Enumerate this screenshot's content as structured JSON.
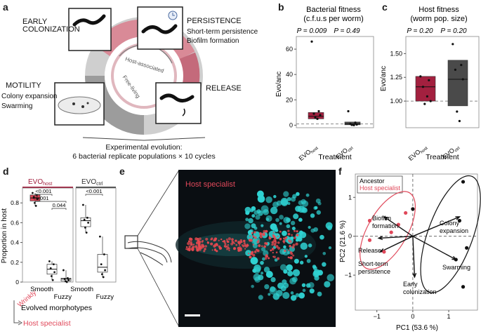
{
  "panel_labels": {
    "a": "a",
    "b": "b",
    "c": "c",
    "d": "d",
    "e": "e",
    "f": "f"
  },
  "panel_a": {
    "early": "EARLY\nCOLONIZATION",
    "persistence": "PERSISTENCE",
    "persistence_sub1": "Short-term persistence",
    "persistence_sub2": "Biofilm formation",
    "motility": "MOTILITY",
    "motility_sub1": "Colony expansion",
    "motility_sub2": "Swarming",
    "release": "RELEASE",
    "ring_outer": "Host-associated",
    "ring_inner": "Free-living",
    "caption1": "Experimental evolution:",
    "caption2": "6 bacterial replicate populations × 10 cycles"
  },
  "panel_b": {
    "title1": "Bacterial fitness",
    "title2": "(c.f.u.s per worm)",
    "p1": "P = 0.009",
    "p2": "P = 0.49",
    "ylabel": "Evo/anc",
    "xlabel": "Treatment",
    "yticks": [
      "0",
      "20",
      "40",
      "60"
    ],
    "cat1": "EVO",
    "cat1_sub": "host",
    "cat2": "EVO",
    "cat2_sub": "ctrl"
  },
  "panel_c": {
    "title1": "Host fitness",
    "title2": "(worm pop. size)",
    "p1": "P = 0.20",
    "p2": "P = 0.20",
    "ylabel": "Evo/anc",
    "xlabel": "Treatment",
    "yticks": [
      "1.00",
      "1.25",
      "1.50"
    ],
    "cat1": "EVO",
    "cat1_sub": "host",
    "cat2": "EVO",
    "cat2_sub": "ctrl"
  },
  "panel_d": {
    "ylabel": "Proportion in host",
    "group1": "EVO",
    "group1_sub": "host",
    "group2": "EVO",
    "group2_sub": "ctrl",
    "yticks": [
      "0",
      "0.2",
      "0.4",
      "0.6",
      "0.8"
    ],
    "sig1": "<0.001",
    "sig2": "<0.001",
    "sig3": "0.044",
    "sig4": "<0.001",
    "x_wrinkly": "Wrinkly",
    "x_smooth": "Smooth",
    "x_fuzzy": "Fuzzy",
    "x_smooth2": "Smooth",
    "x_fuzzy2": "Fuzzy",
    "evolved": "Evolved morphotypes",
    "specialist": "Host specialist"
  },
  "panel_e": {
    "label": "Host specialist"
  },
  "panel_f": {
    "legend_ancestor": "Ancestor",
    "legend_specialist": "Host specialist",
    "xlabel": "PC1 (53.6 %)",
    "ylabel": "PC2 (21.6 %)",
    "xticks": [
      "−1",
      "0",
      "1"
    ],
    "yticks": [
      "1",
      "0",
      "−1"
    ],
    "arrow_biofilm": "Biofilm\nformation",
    "arrow_colony": "Colony\nexpansion",
    "arrow_release": "Release",
    "arrow_short": "Short-term\npersistence",
    "arrow_swarming": "Swarming",
    "arrow_early": "Early\ncolonization"
  },
  "colors": {
    "host": "#a3203f",
    "host_light": "#e0485a",
    "ctrl": "#4a4a4a",
    "cyan": "#2fd3d3"
  },
  "chart_data": [
    {
      "type": "box",
      "panel": "b",
      "title": "Bacterial fitness (c.f.u.s per worm)",
      "xlabel": "Treatment",
      "ylabel": "Evo/anc",
      "ylim": [
        -2,
        70
      ],
      "categories": [
        "EVOhost",
        "EVOctrl"
      ],
      "series": [
        {
          "name": "EVOhost",
          "points": [
            66,
            11,
            9,
            8,
            6,
            5
          ],
          "q1": 5,
          "median": 7,
          "q3": 10
        },
        {
          "name": "EVOctrl",
          "points": [
            11,
            2,
            1,
            0.5,
            0.2,
            0
          ],
          "q1": 0.3,
          "median": 1,
          "q3": 2.5
        }
      ],
      "reference_line": 1
    },
    {
      "type": "box",
      "panel": "c",
      "title": "Host fitness (worm pop. size)",
      "xlabel": "Treatment",
      "ylabel": "Evo/anc",
      "ylim": [
        0.72,
        1.68
      ],
      "categories": [
        "EVOhost",
        "EVOctrl"
      ],
      "series": [
        {
          "name": "EVOhost",
          "points": [
            1.26,
            1.22,
            1.15,
            1.0,
            0.97,
            1.05
          ],
          "q1": 1.0,
          "median": 1.15,
          "q3": 1.26
        },
        {
          "name": "EVOctrl",
          "points": [
            1.6,
            1.38,
            1.33,
            1.23,
            0.89,
            0.79
          ],
          "q1": 0.95,
          "median": 1.23,
          "q3": 1.43
        }
      ],
      "reference_line": 1.0
    },
    {
      "type": "box",
      "panel": "d",
      "ylabel": "Proportion in host",
      "ylim": [
        0,
        0.95
      ],
      "categories": [
        "Wrinkly",
        "Smooth",
        "Fuzzy",
        "Smooth",
        "Fuzzy"
      ],
      "series": [
        {
          "name": "EVOhost Wrinkly",
          "q1": 0.82,
          "median": 0.85,
          "q3": 0.88,
          "points": [
            0.9,
            0.88,
            0.86,
            0.84,
            0.8,
            0.77
          ]
        },
        {
          "name": "EVOhost Smooth",
          "q1": 0.08,
          "median": 0.13,
          "q3": 0.18,
          "points": [
            0.21,
            0.18,
            0.14,
            0.1,
            0.06,
            0.02
          ]
        },
        {
          "name": "EVOhost Fuzzy",
          "q1": 0.01,
          "median": 0.03,
          "q3": 0.04,
          "points": [
            0.12,
            0.04,
            0.03,
            0.02,
            0.01,
            0.0
          ]
        },
        {
          "name": "EVOctrl Smooth",
          "q1": 0.56,
          "median": 0.62,
          "q3": 0.65,
          "points": [
            0.78,
            0.65,
            0.63,
            0.6,
            0.55,
            0.5
          ]
        },
        {
          "name": "EVOctrl Fuzzy",
          "q1": 0.1,
          "median": 0.15,
          "q3": 0.28,
          "points": [
            0.46,
            0.28,
            0.18,
            0.12,
            0.08,
            0.05
          ]
        }
      ]
    },
    {
      "type": "scatter",
      "panel": "f",
      "xlabel": "PC1 (53.6 %)",
      "ylabel": "PC2 (21.6 %)",
      "xlim": [
        -1.6,
        1.8
      ],
      "ylim": [
        -1.9,
        1.6
      ],
      "series": [
        {
          "name": "Ancestor",
          "points": [
            [
              0.0,
              0.7
            ],
            [
              1.4,
              1.4
            ],
            [
              1.3,
              0.4
            ],
            [
              1.5,
              -0.3
            ],
            [
              1.2,
              -0.6
            ],
            [
              1.4,
              -1.3
            ]
          ]
        },
        {
          "name": "Host specialist",
          "points": [
            [
              -0.2,
              0.6
            ],
            [
              -0.4,
              0.3
            ],
            [
              -0.6,
              0.1
            ],
            [
              -1.2,
              -0.1
            ],
            [
              -1.2,
              0.4
            ],
            [
              -0.8,
              -0.4
            ]
          ]
        }
      ]
    }
  ]
}
